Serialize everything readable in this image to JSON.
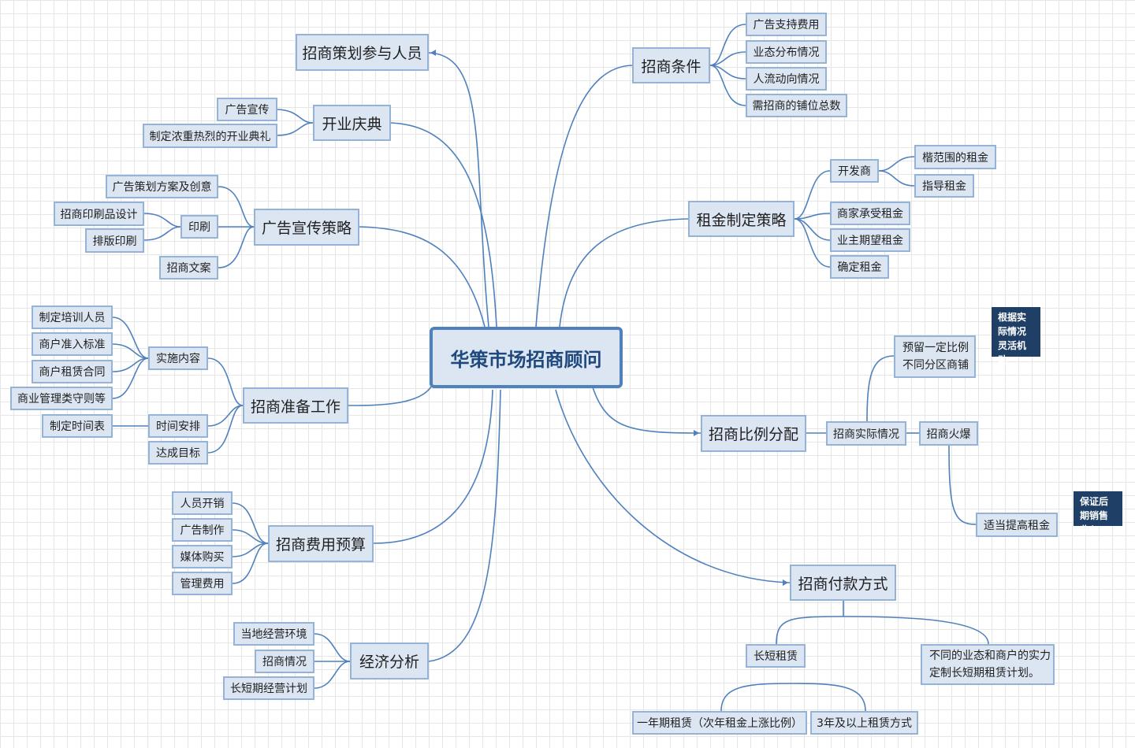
{
  "root": "华策市场招商顾问",
  "branches": {
    "participants": "招商策划参与人员",
    "opening": {
      "title": "开业庆典",
      "items": [
        "广告宣传",
        "制定浓重热烈的开业典礼"
      ]
    },
    "ad_strategy": {
      "title": "广告宣传策略",
      "planning": "广告策划方案及创意",
      "printing": "印刷",
      "printing_items": [
        "招商印刷品设计",
        "排版印刷"
      ],
      "copy": "招商文案"
    },
    "prep": {
      "title": "招商准备工作",
      "content": "实施内容",
      "content_items": [
        "制定培训人员",
        "商户准入标准",
        "商户租赁合同",
        "商业管理类守则等"
      ],
      "schedule": "时间安排",
      "schedule_item": "制定时间表",
      "goal": "达成目标"
    },
    "budget": {
      "title": "招商费用预算",
      "items": [
        "人员开销",
        "广告制作",
        "媒体购买",
        "管理费用"
      ]
    },
    "economy": {
      "title": "经济分析",
      "items": [
        "当地经营环境",
        "招商情况",
        "长短期经营计划"
      ]
    },
    "conditions": {
      "title": "招商条件",
      "items": [
        "广告支持费用",
        "业态分布情况",
        "人流动向情况",
        "需招商的铺位总数"
      ]
    },
    "rent": {
      "title": "租金制定策略",
      "developer": "开发商",
      "developer_items": [
        "楷范围的租金",
        "指导租金"
      ],
      "items": [
        "商家承受租金",
        "业主期望租金",
        "确定租金"
      ]
    },
    "ratio": {
      "title": "招商比例分配",
      "actual": "招商实际情况",
      "reserve": "预留一定比例不同分区商铺",
      "reserve_note": "根据实际情况灵活机动",
      "hot": "招商火爆",
      "raise": "适当提高租金",
      "raise_note": "保证后期销售收入"
    },
    "payment": {
      "title": "招商付款方式",
      "lease": "长短租赁",
      "lease_items": [
        "一年期租赁（次年租金上涨比例）",
        "3年及以上租赁方式"
      ],
      "custom": "不同的业态和商户的实力定制长短期租赁计划。"
    }
  },
  "colors": {
    "line": "#4f81bd",
    "node_fill": "#dce6f2",
    "node_border": "#95b3d7",
    "note_fill": "#1f3f66"
  }
}
